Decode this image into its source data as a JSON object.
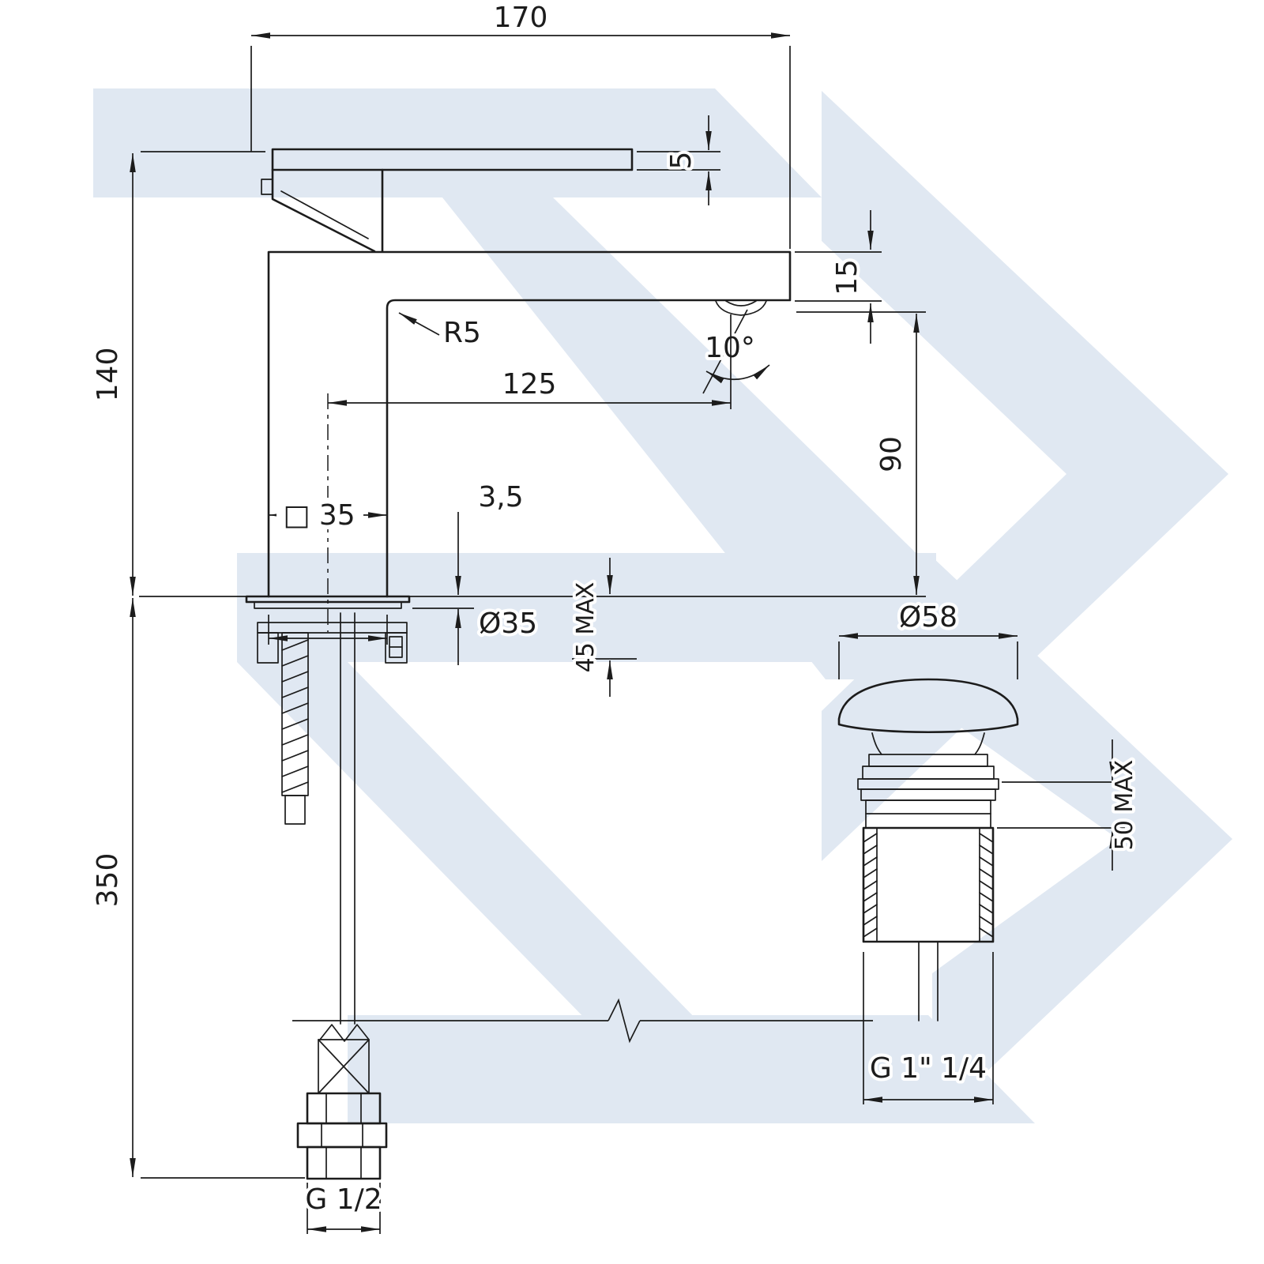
{
  "colors": {
    "line": "#1c1c1c",
    "watermark": "#e0e8f2",
    "background": "#ffffff"
  },
  "labels": {
    "total_projection": "170",
    "lever_thickness": "5",
    "body_height": "140",
    "spout_height": "15",
    "corner_radius": "R5",
    "spout_angle": "10°",
    "spout_reach": "125",
    "underspout_clearance": "90",
    "body_section": "□ 35",
    "base_plate_thickness": "3,5",
    "mounting_hole": "Ø35",
    "deck_thickness_max": "45 MAX",
    "supply_hose_length": "350",
    "supply_connection": "G 1/2",
    "waste_cap_diameter": "Ø58",
    "waste_deck_max": "50 MAX",
    "waste_connection": "G 1\" 1/4"
  }
}
